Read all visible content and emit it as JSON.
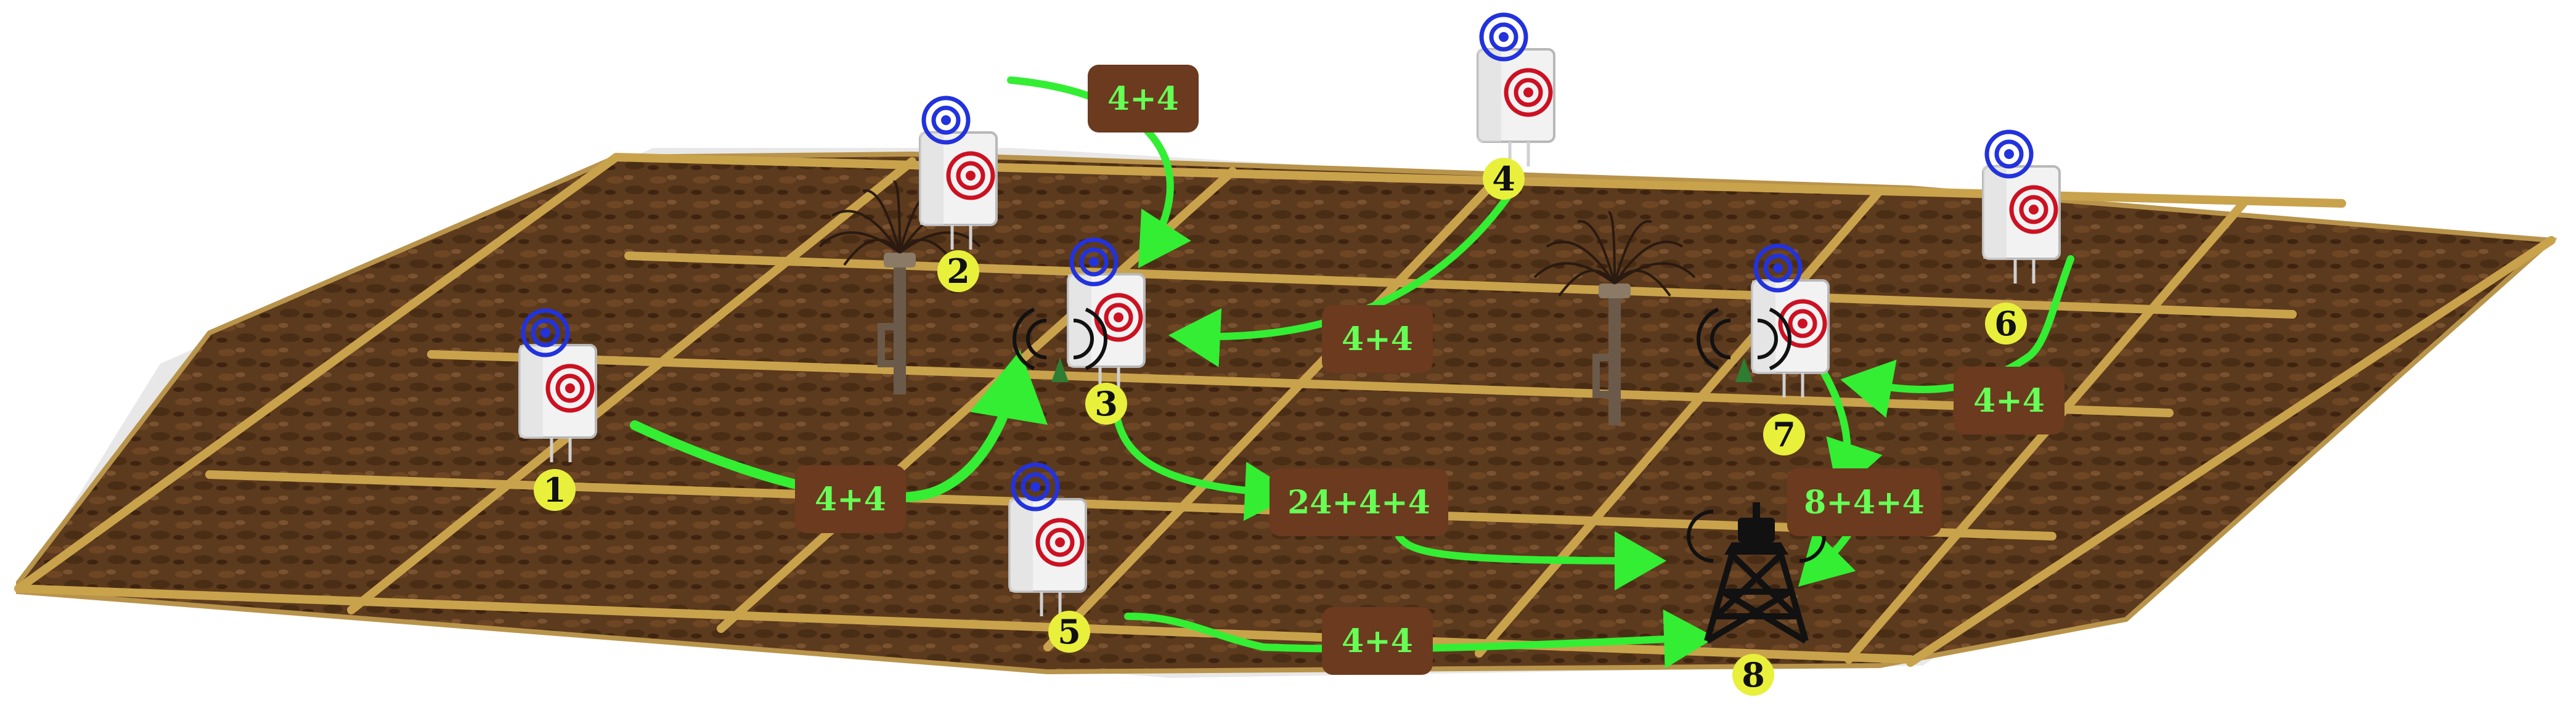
{
  "colors": {
    "soil": "#5c3a1e",
    "soil_dark": "#3e2410",
    "frame": "#c9a24c",
    "arrow": "#33ee33",
    "label_box": "#6b3a1f",
    "label_text": "#66ff55",
    "node_badge": "#e8f03c",
    "wifi_blue": "#2232dd",
    "wifi_red": "#cc1122"
  },
  "nodes": [
    {
      "id": "1",
      "label": "1",
      "type": "sensor-box"
    },
    {
      "id": "2",
      "label": "2",
      "type": "sensor-box"
    },
    {
      "id": "3",
      "label": "3",
      "type": "sensor-box-with-antenna"
    },
    {
      "id": "4",
      "label": "4",
      "type": "sensor-box"
    },
    {
      "id": "5",
      "label": "5",
      "type": "sensor-box"
    },
    {
      "id": "6",
      "label": "6",
      "type": "sensor-box"
    },
    {
      "id": "7",
      "label": "7",
      "type": "sensor-box-with-antenna"
    },
    {
      "id": "8",
      "label": "8",
      "type": "gateway-tower"
    }
  ],
  "sprinklers": [
    {
      "id": "sprinkler-a",
      "icon": "sprinkler-icon"
    },
    {
      "id": "sprinkler-b",
      "icon": "sprinkler-icon"
    }
  ],
  "links": [
    {
      "from": "2",
      "to": "3",
      "label": "4+4"
    },
    {
      "from": "4",
      "to": "3",
      "label": "4+4"
    },
    {
      "from": "1",
      "to": "3",
      "label": "4+4"
    },
    {
      "from": "3",
      "to": "8",
      "label": "24+4+4"
    },
    {
      "from": "5",
      "to": "8",
      "label": "4+4"
    },
    {
      "from": "6",
      "to": "7",
      "label": "4+4"
    },
    {
      "from": "7",
      "to": "8",
      "label": "8+4+4"
    }
  ]
}
